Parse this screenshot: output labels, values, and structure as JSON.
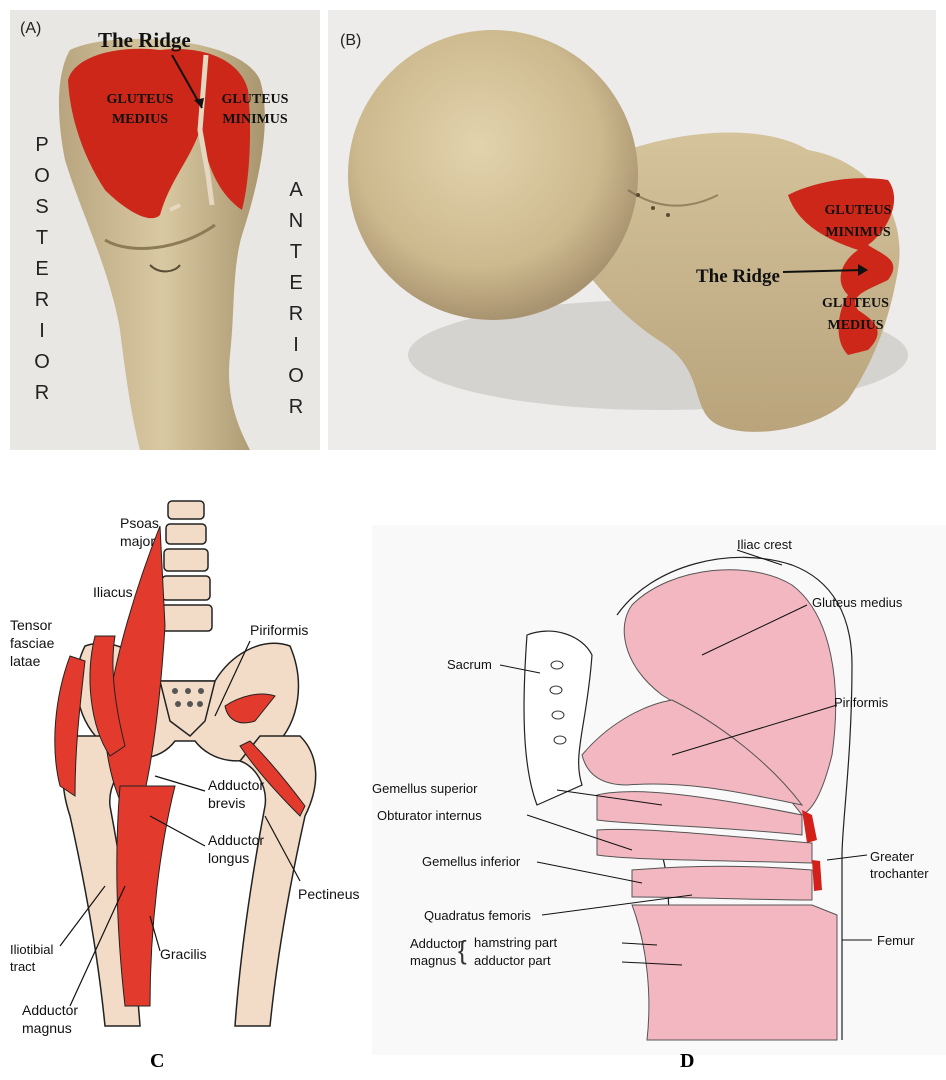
{
  "panel_a": {
    "tag": "(A)",
    "ridge": "The Ridge",
    "muscle_left": "GLUTEUS MEDIUS",
    "muscle_right": "GLUTEUS MINIMUS",
    "side_left": "POSTERIOR",
    "side_right": "ANTERIOR"
  },
  "panel_b": {
    "tag": "(B)",
    "ridge": "The Ridge",
    "muscle_top": "GLUTEUS MINIMUS",
    "muscle_bottom": "GLUTEUS MEDIUS"
  },
  "panel_c": {
    "caption": "C",
    "labels": {
      "psoas": "Psoas major",
      "iliacus": "Iliacus",
      "tensor": "Tensor fasciae latae",
      "piriformis": "Piriformis",
      "adductor_brevis": "Adductor brevis",
      "adductor_longus": "Adductor longus",
      "pectineus": "Pectineus",
      "iliotibial": "Iliotibial tract",
      "gracilis": "Gracilis",
      "adductor_magnus": "Adductor magnus"
    }
  },
  "panel_d": {
    "caption": "D",
    "labels": {
      "iliac_crest": "Iliac crest",
      "gluteus_medius": "Gluteus medius",
      "sacrum": "Sacrum",
      "piriformis": "Piriformis",
      "gemellus_superior": "Gemellus superior",
      "obturator_internus": "Obturator internus",
      "gemellus_inferior": "Gemellus inferior",
      "greater_trochanter": "Greater trochanter",
      "quadratus_femoris": "Quadratus femoris",
      "femur": "Femur",
      "adductor": "Adductor magnus",
      "hamstring_part": "hamstring part",
      "adductor_part": "adductor part"
    }
  }
}
